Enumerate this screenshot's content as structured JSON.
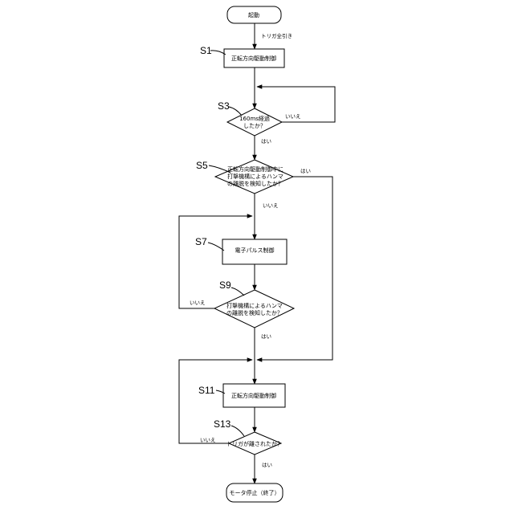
{
  "nodes": {
    "start": "起動",
    "s1": "正転方向駆動制御",
    "s3": [
      "160ms経過",
      "したか？"
    ],
    "s5": [
      "正転方向駆動制御中に",
      "打撃機構によるハンマ",
      "の離脱を検知したか？"
    ],
    "s7": "電子パルス制御",
    "s9": [
      "打撃機構によるハンマ",
      "の離脱を検知したか？"
    ],
    "s11": "正転方向駆動制御",
    "s13": "トリガが離されたか？",
    "end": "モータ停止（終了）"
  },
  "edges": {
    "trigger": "トリガ全引き",
    "s3_no": "いいえ",
    "s3_yes": "はい",
    "s5_yes": "はい",
    "s5_no": "いいえ",
    "s9_no": "いいえ",
    "s9_yes": "はい",
    "s13_no": "いいえ",
    "s13_yes": "はい"
  },
  "steps": {
    "s1": "S1",
    "s3": "S3",
    "s5": "S5",
    "s7": "S7",
    "s9": "S9",
    "s11": "S11",
    "s13": "S13"
  }
}
